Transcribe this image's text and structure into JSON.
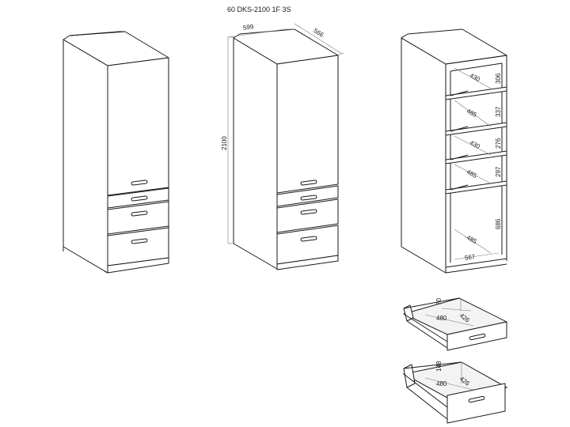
{
  "title": "60 DKS-2100 1F 3S",
  "dimensions": {
    "width": "599",
    "depth": "566",
    "height": "2100",
    "shelf_gaps": [
      "306",
      "337",
      "276",
      "297",
      "686"
    ],
    "shelf_depths": [
      "430",
      "485",
      "430",
      "485",
      "485"
    ],
    "inner_width": "567"
  },
  "drawers": {
    "small": {
      "height": "70",
      "length": "480",
      "width": "426"
    },
    "large": {
      "height": "148",
      "length": "480",
      "width": "426"
    }
  }
}
